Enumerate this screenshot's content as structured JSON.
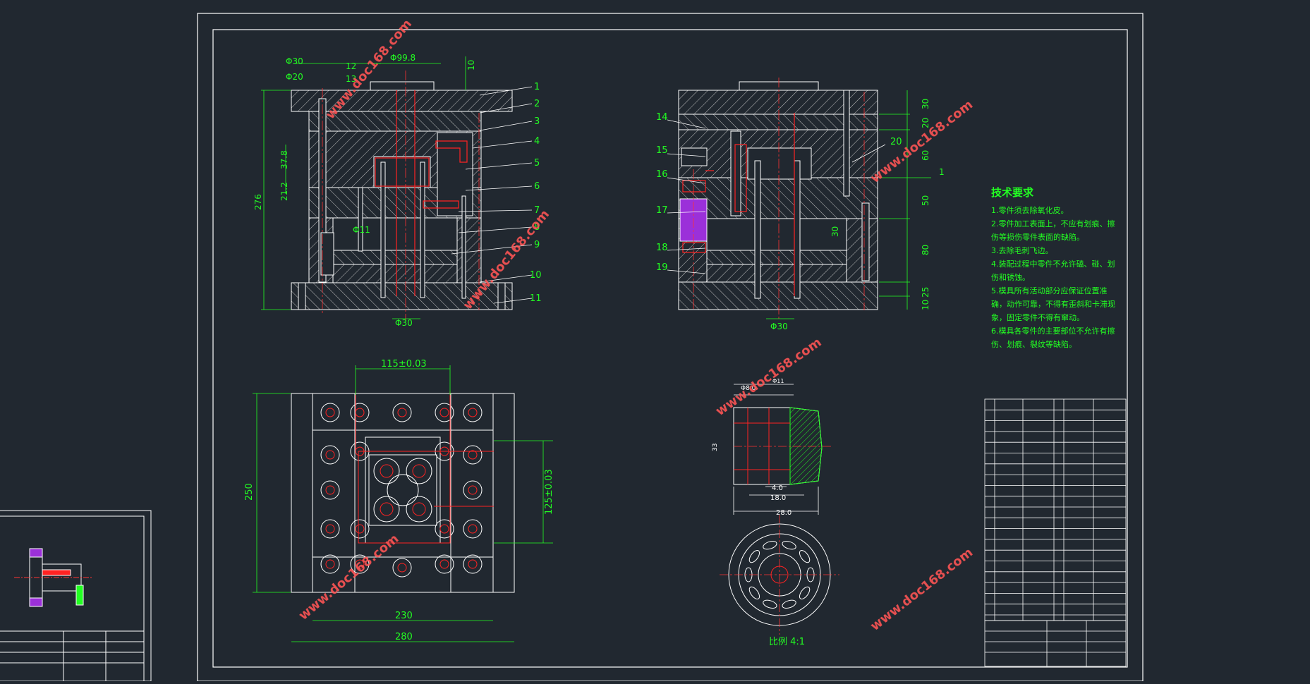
{
  "colors": {
    "background": "#212830",
    "lines": "#ffffff",
    "dimension": "#22ff22",
    "centerline": "#ff3333",
    "cut_part": "#ff2222",
    "pin": "#cc66ff",
    "watermark": "#ff5555"
  },
  "watermark": "www.doc168.com",
  "front_view": {
    "part_numbers": [
      "1",
      "2",
      "3",
      "4",
      "5",
      "6",
      "7",
      "8",
      "9",
      "10",
      "11"
    ],
    "dims": {
      "d30_top": "Φ30",
      "d20_top": "Φ20",
      "d99": "Φ99.8",
      "h10": "10",
      "h276": "276",
      "h37": "37.8",
      "h21": "21.2",
      "d11": "Φ11",
      "d30_bottom": "Φ30",
      "n12": "12",
      "n13": "13"
    }
  },
  "side_view": {
    "part_numbers": [
      "14",
      "15",
      "16",
      "17",
      "18",
      "19",
      "20"
    ],
    "dims": {
      "v30": "30",
      "v20": "20",
      "v60": "60",
      "v50": "50",
      "v80": "80",
      "v25": "25",
      "v10": "10",
      "v30b": "30",
      "d30": "Φ30",
      "one": "1"
    }
  },
  "plan_view": {
    "dims": {
      "w115": "115±0.03",
      "h125": "125±0.03",
      "h250": "250",
      "w230": "230",
      "w280": "280"
    }
  },
  "part_detail": {
    "dims": {
      "d8": "Φ8.0",
      "d11": "Φ11",
      "h": "33",
      "a": "4.0",
      "b": "18.0",
      "c": "28.0"
    },
    "scale_label": "比例 4:1"
  },
  "tech_requirements": {
    "title": "技术要求",
    "items": [
      "1.零件须去除氧化皮。",
      "2.零件加工表面上，不应有划痕、擦伤等损伤零件表面的缺陷。",
      "3.去除毛刺飞边。",
      "4.装配过程中零件不允许磕、碰、划伤和锈蚀。",
      "5.模具所有活动部分应保证位置准确，动作可靠，不得有歪斜和卡滞现象，固定零件不得有窜动。",
      "6.模具各零件的主要部位不允许有擦伤、划痕、裂纹等缺陷。"
    ]
  }
}
